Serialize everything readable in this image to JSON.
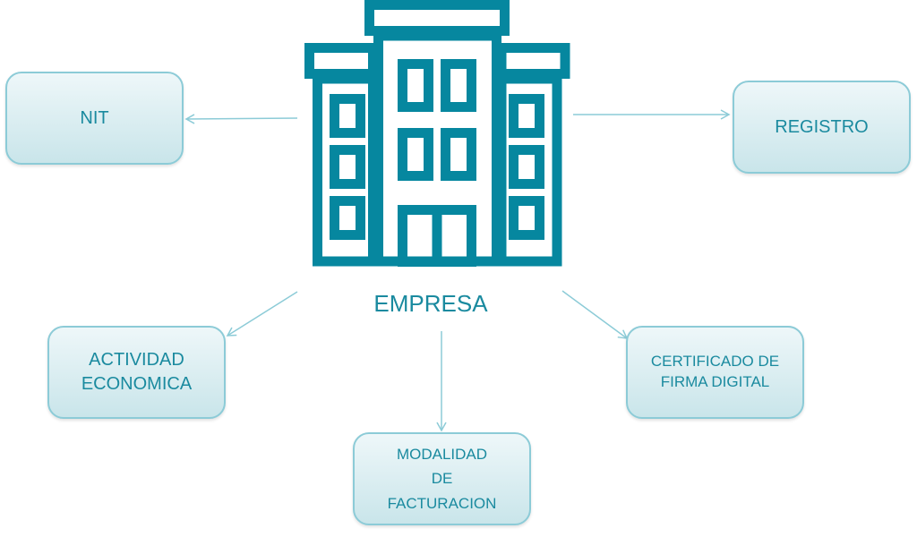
{
  "center": {
    "label": "EMPRESA",
    "icon": "building-icon"
  },
  "nodes": {
    "nit": [
      "NIT"
    ],
    "registro": [
      "REGISTRO"
    ],
    "actividad": [
      "ACTIVIDAD",
      "ECONOMICA"
    ],
    "certificado": [
      "CERTIFICADO DE",
      "FIRMA DIGITAL"
    ],
    "modalidad": [
      "MODALIDAD",
      "DE",
      "FACTURACION"
    ]
  },
  "colors": {
    "primary": "#06879f",
    "arrow": "#8ccbd7",
    "text": "#1a8a9f"
  }
}
